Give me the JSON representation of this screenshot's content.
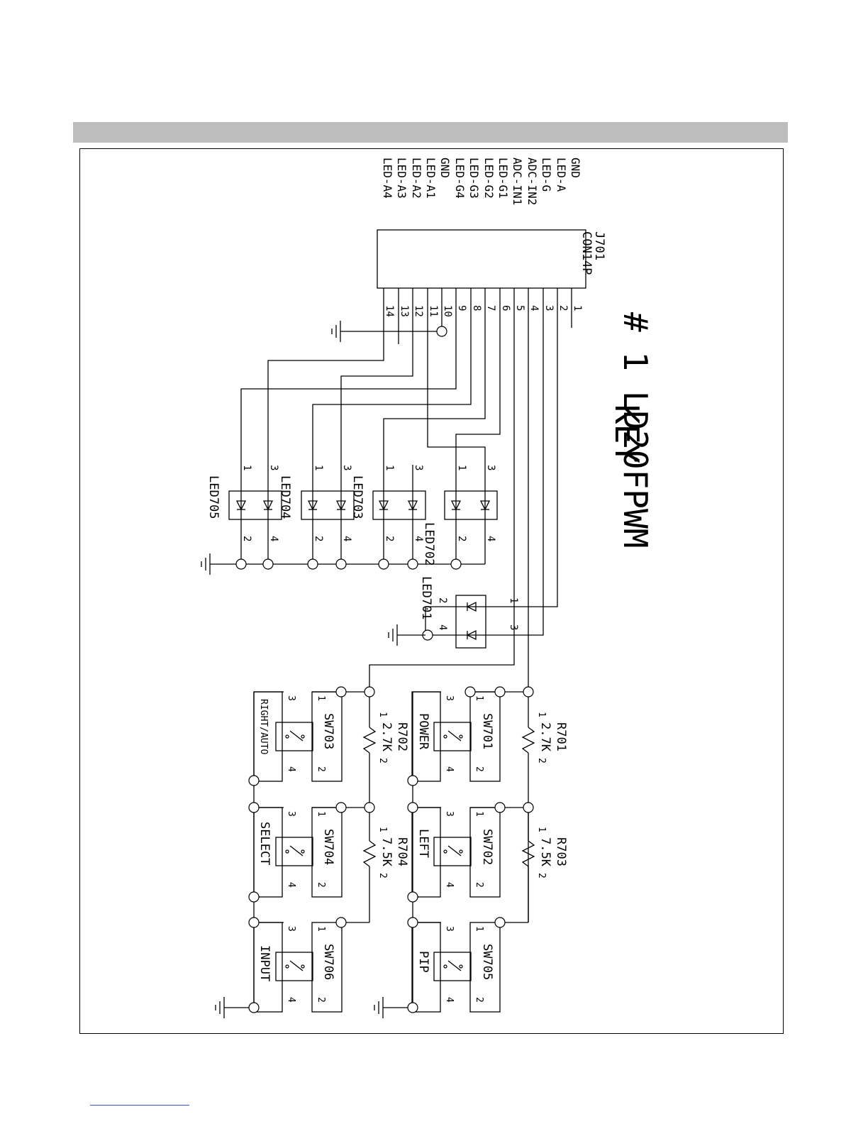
{
  "title": "# 1 LD20FPWM",
  "subtitle": "KEY",
  "connector": {
    "ref": "J701",
    "type": "CON14P",
    "pins": [
      {
        "num": "1",
        "signal": "GND"
      },
      {
        "num": "2",
        "signal": "LED-A"
      },
      {
        "num": "3",
        "signal": "LED-G"
      },
      {
        "num": "4",
        "signal": "ADC-IN2"
      },
      {
        "num": "5",
        "signal": "ADC-IN1"
      },
      {
        "num": "6",
        "signal": "LED-G1"
      },
      {
        "num": "7",
        "signal": "LED-G2"
      },
      {
        "num": "8",
        "signal": "LED-G3"
      },
      {
        "num": "9",
        "signal": "LED-G4"
      },
      {
        "num": "10",
        "signal": "GND"
      },
      {
        "num": "11",
        "signal": "LED-A1"
      },
      {
        "num": "12",
        "signal": "LED-A2"
      },
      {
        "num": "13",
        "signal": "LED-A3"
      },
      {
        "num": "14",
        "signal": "LED-A4"
      }
    ]
  },
  "leds": [
    "LED701",
    "LED702",
    "LED703",
    "LED704",
    "LED705"
  ],
  "resistors": [
    {
      "ref": "R701",
      "value": "2.7K"
    },
    {
      "ref": "R702",
      "value": "2.7K"
    },
    {
      "ref": "R703",
      "value": "7.5K"
    },
    {
      "ref": "R704",
      "value": "7.5K"
    }
  ],
  "switches": [
    {
      "ref": "SW701",
      "label": "POWER"
    },
    {
      "ref": "SW702",
      "label": "LEFT"
    },
    {
      "ref": "SW703",
      "label": "RIGHT/AUTO"
    },
    {
      "ref": "SW704",
      "label": "SELECT"
    },
    {
      "ref": "SW705",
      "label": "PIP"
    },
    {
      "ref": "SW706",
      "label": "INPUT"
    }
  ],
  "pin_labels": {
    "p1": "1",
    "p2": "2",
    "p3": "3",
    "p4": "4"
  }
}
